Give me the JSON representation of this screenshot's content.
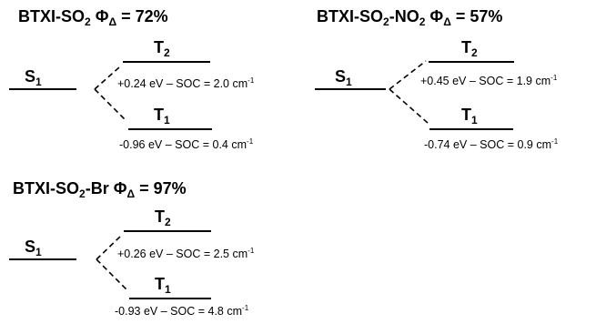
{
  "panels": [
    {
      "id": "so2",
      "title": {
        "pre": "BTXI-SO",
        "sub": "2",
        "post": "",
        "phi": "Φ",
        "phi_sub": "Δ",
        "value": "= 72%"
      },
      "s1": {
        "main": "S",
        "sub": "1"
      },
      "t2": {
        "main": "T",
        "sub": "2",
        "energy": "+0.24 eV",
        "soc": "– SOC = 2.0 cm",
        "unit_sup": "-1"
      },
      "t1": {
        "main": "T",
        "sub": "1",
        "energy": "-0.96 eV",
        "soc": "– SOC = 0.4 cm",
        "unit_sup": "-1"
      }
    },
    {
      "id": "so2-no2",
      "title": {
        "pre": "BTXI-SO",
        "sub": "2",
        "post": "-NO",
        "sub2": "2",
        "phi": "Φ",
        "phi_sub": "Δ",
        "value": "= 57%"
      },
      "s1": {
        "main": "S",
        "sub": "1"
      },
      "t2": {
        "main": "T",
        "sub": "2",
        "energy": "+0.45 eV",
        "soc": "– SOC = 1.9 cm",
        "unit_sup": "-1"
      },
      "t1": {
        "main": "T",
        "sub": "1",
        "energy": "-0.74 eV",
        "soc": "– SOC = 0.9 cm",
        "unit_sup": "-1"
      }
    },
    {
      "id": "so2-br",
      "title": {
        "pre": "BTXI-SO",
        "sub": "2",
        "post": "-Br",
        "phi": "Φ",
        "phi_sub": "Δ",
        "value": "= 97%"
      },
      "s1": {
        "main": "S",
        "sub": "1"
      },
      "t2": {
        "main": "T",
        "sub": "2",
        "energy": "+0.26 eV",
        "soc": "– SOC = 2.5 cm",
        "unit_sup": "-1"
      },
      "t1": {
        "main": "T",
        "sub": "1",
        "energy": "-0.93 eV",
        "soc": "– SOC = 4.8 cm",
        "unit_sup": "-1"
      }
    }
  ]
}
